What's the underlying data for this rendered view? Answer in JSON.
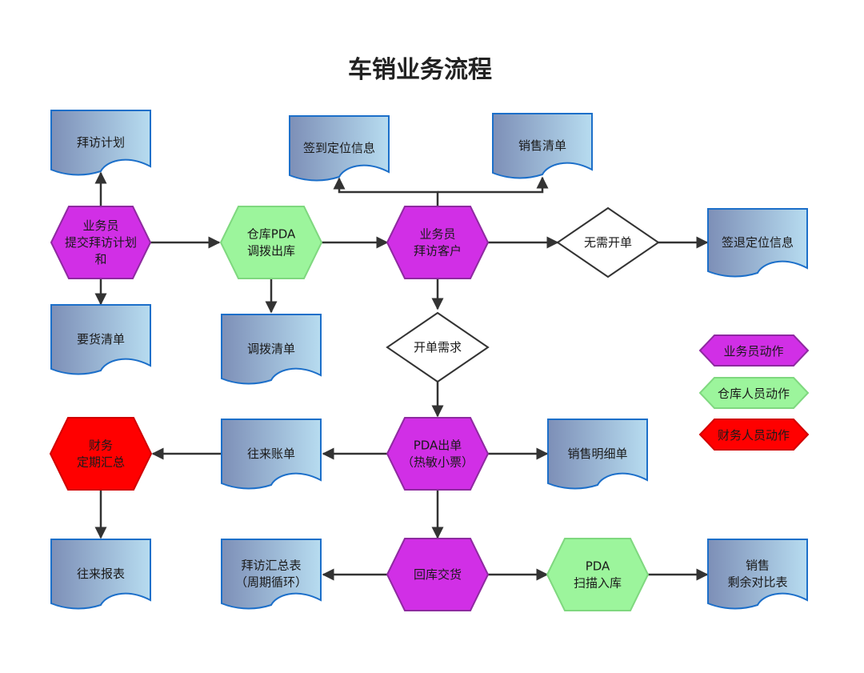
{
  "title": "车销业务流程",
  "colors": {
    "salesperson": "#d12fe6",
    "salesperson_stroke": "#8e2aa0",
    "warehouse": "#9cf59c",
    "warehouse_stroke": "#7fd87f",
    "finance": "#ff0000",
    "finance_stroke": "#d10000",
    "document_left": "#7d8fb7",
    "document_right": "#b7dcf0",
    "document_border": "#1c6fc9",
    "decision_border": "#333333",
    "connector": "#333333"
  },
  "nodes": {
    "visit_plan_doc": {
      "lines": [
        "拜访计划"
      ],
      "kind": "document"
    },
    "checkin_location": {
      "lines": [
        "签到定位信息"
      ],
      "kind": "document"
    },
    "sales_list": {
      "lines": [
        "销售清单"
      ],
      "kind": "document"
    },
    "submit_plan": {
      "lines": [
        "业务员",
        "提交拜访计划",
        "和"
      ],
      "kind": "salesperson"
    },
    "warehouse_transfer": {
      "lines": [
        "仓库PDA",
        "调拨出库"
      ],
      "kind": "warehouse"
    },
    "visit_customer": {
      "lines": [
        "业务员",
        "拜访客户"
      ],
      "kind": "salesperson"
    },
    "no_order": {
      "lines": [
        "无需开单"
      ],
      "kind": "decision"
    },
    "checkout_location": {
      "lines": [
        "签退定位信息"
      ],
      "kind": "document"
    },
    "request_list": {
      "lines": [
        "要货清单"
      ],
      "kind": "document"
    },
    "transfer_list": {
      "lines": [
        "调拨清单"
      ],
      "kind": "document"
    },
    "order_needed": {
      "lines": [
        "开单需求"
      ],
      "kind": "decision"
    },
    "finance_summary": {
      "lines": [
        "财务",
        "定期汇总"
      ],
      "kind": "finance"
    },
    "ar_ap_bill": {
      "lines": [
        "往来账单"
      ],
      "kind": "document"
    },
    "pda_order": {
      "lines": [
        "PDA出单",
        "（热敏小票）"
      ],
      "kind": "salesperson"
    },
    "sales_detail": {
      "lines": [
        "销售明细单"
      ],
      "kind": "document"
    },
    "ar_ap_report": {
      "lines": [
        "往来报表"
      ],
      "kind": "document"
    },
    "visit_summary": {
      "lines": [
        "拜访汇总表",
        "（周期循环）"
      ],
      "kind": "document"
    },
    "return_delivery": {
      "lines": [
        "回库交货"
      ],
      "kind": "salesperson"
    },
    "pda_scan_in": {
      "lines": [
        "PDA",
        "扫描入库"
      ],
      "kind": "warehouse"
    },
    "remaining_compare": {
      "lines": [
        "销售",
        "剩余对比表"
      ],
      "kind": "document"
    }
  },
  "legend": [
    {
      "label": "业务员动作",
      "kind": "salesperson"
    },
    {
      "label": "仓库人员动作",
      "kind": "warehouse"
    },
    {
      "label": "财务人员动作",
      "kind": "finance"
    }
  ]
}
